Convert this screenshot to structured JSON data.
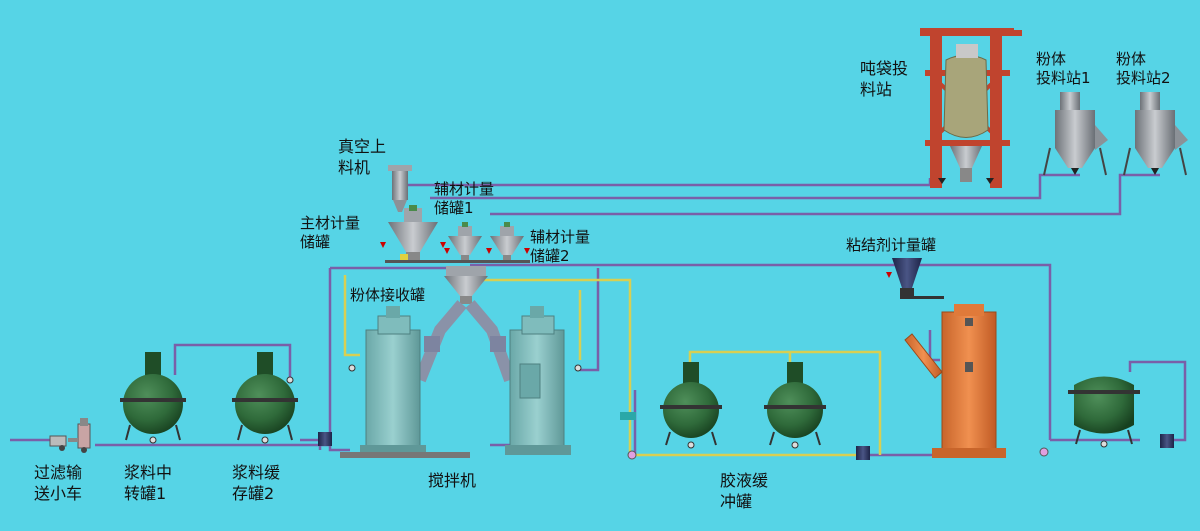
{
  "colors": {
    "background": "#56d4e6",
    "pipe_purple": "#7a5fa8",
    "pipe_yellow": "#d8cf52",
    "tank_green": "#2f6a3a",
    "mixer_body": "#7fbcbc",
    "grinder_orange": "#e07a3a",
    "frame_red": "#c0442e",
    "hopper_grey": "#9fa4aa",
    "pump_navy": "#2c3560"
  },
  "labels": {
    "ton_bag_station": "吨袋投\n料站",
    "powder_station_1": "粉体\n投料站1",
    "powder_station_2": "粉体\n投料站2",
    "vacuum_loader": "真空上\n料机",
    "aux_metering_tank_1": "辅材计量\n储罐1",
    "main_metering_tank": "主材计量\n储罐",
    "aux_metering_tank_2": "辅材计量\n储罐2",
    "binder_metering_tank": "粘结剂计量罐",
    "powder_receiving_tank": "粉体接收罐",
    "filter_cart": "过滤输\n送小车",
    "slurry_transfer_tank": "浆料中\n转罐1",
    "slurry_buffer_tank": "浆料缓\n存罐2",
    "mixer": "搅拌机",
    "glue_buffer_tank": "胶液缓\n冲罐"
  }
}
